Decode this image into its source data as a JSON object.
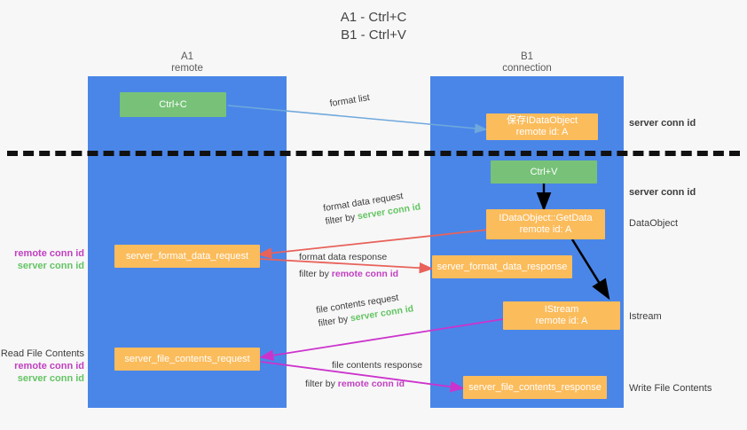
{
  "title": {
    "line1": "A1 - Ctrl+C",
    "line2": "B1 - Ctrl+V"
  },
  "lanes": [
    {
      "id": "a1",
      "name": "A1",
      "sub": "remote",
      "color": "#4a86e8"
    },
    {
      "id": "b1",
      "name": "B1",
      "sub": "connection",
      "color": "#4a86e8"
    }
  ],
  "colors": {
    "lane": "#4a86e8",
    "green_box": "#77c278",
    "orange_box": "#fbbc5c",
    "remote_conn_id": "#c13fc1",
    "server_conn_id": "#63c463",
    "arrow_blue": "#6fa8dc",
    "arrow_red": "#e8625a",
    "arrow_magenta": "#cc33cc",
    "arrow_black": "#000000",
    "divider": "#111111"
  },
  "boxes": {
    "ctrl_c": "Ctrl+C",
    "ctrl_v": "Ctrl+V",
    "save_idataobject": {
      "line1": "保存IDataObject",
      "line2": "remote id: A"
    },
    "getdata": {
      "line1": "IDataObject::GetData",
      "line2": "remote id: A"
    },
    "istream": {
      "line1": "IStream",
      "line2": "remote id: A"
    },
    "server_format_data_request": "server_format_data_request",
    "server_format_data_response": "server_format_data_response",
    "server_file_contents_request": "server_file_contents_request",
    "server_file_contents_response": "server_file_contents_response"
  },
  "edge_labels": {
    "format_list": "format list",
    "format_data_request": {
      "line1": "format data request",
      "prefix": "filter by ",
      "highlight": "server conn id",
      "highlight_color": "#63c463"
    },
    "format_data_response": {
      "line1": "format data response",
      "prefix": "filter by ",
      "highlight": "remote conn id",
      "highlight_color": "#c13fc1"
    },
    "file_contents_request": {
      "line1": "file contents request",
      "prefix": "filter by ",
      "highlight": "server conn id",
      "highlight_color": "#63c463"
    },
    "file_contents_response": {
      "line1": "file contents response",
      "prefix": "filter by ",
      "highlight": "remote conn id",
      "highlight_color": "#c13fc1"
    }
  },
  "right_labels": {
    "server_conn_id_1": "server conn id",
    "server_conn_id_2": "server conn id",
    "dataobject": "DataObject",
    "istream": "Istream",
    "write_file_contents": "Write File Contents"
  },
  "left_labels": {
    "group1_remote": "remote conn id",
    "group1_server": "server conn id",
    "read_file_contents": "Read File Contents",
    "group2_remote": "remote conn id",
    "group2_server": "server conn id"
  }
}
